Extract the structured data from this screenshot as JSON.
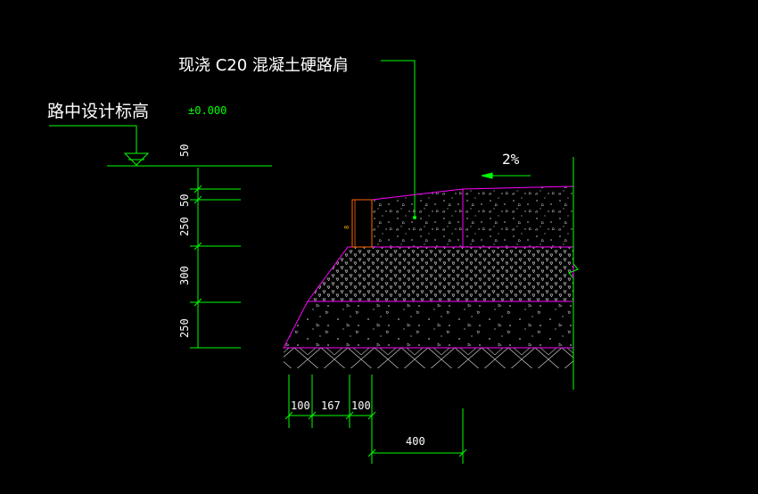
{
  "drawing": {
    "background": "#000000",
    "colors": {
      "dimension": "#00ff00",
      "text": "#ffffff",
      "layer_outline": "#ff00ff",
      "curb": "#ff6600",
      "hatch": "#cccccc"
    },
    "labels": {
      "shoulder_material": "现浇  C20  混凝土硬路肩",
      "center_elevation_label": "路中设计标高",
      "center_elevation_value": "±0.000",
      "slope": "2%",
      "curb_mark": "8"
    },
    "vertical_dims": [
      "50",
      "50",
      "250",
      "300",
      "250"
    ],
    "horizontal_dims": [
      "100",
      "167",
      "100",
      "400"
    ]
  }
}
